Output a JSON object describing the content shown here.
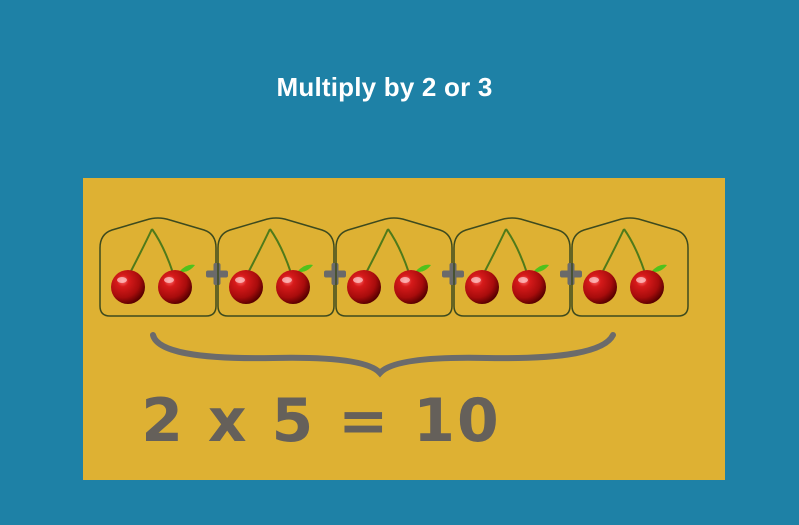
{
  "title": "Multiply by 2 or 3",
  "equation": "2 x 5 = 10",
  "groups": [
    {
      "cherries": 2
    },
    {
      "cherries": 2
    },
    {
      "cherries": 2
    },
    {
      "cherries": 2
    },
    {
      "cherries": 2
    }
  ],
  "colors": {
    "background": "#1e81a6",
    "panel": "#deb133",
    "cherry": "#a80c0c",
    "leaf": "#4fc21c",
    "operator": "#6a6a6a",
    "equation_text": "#65605a"
  }
}
